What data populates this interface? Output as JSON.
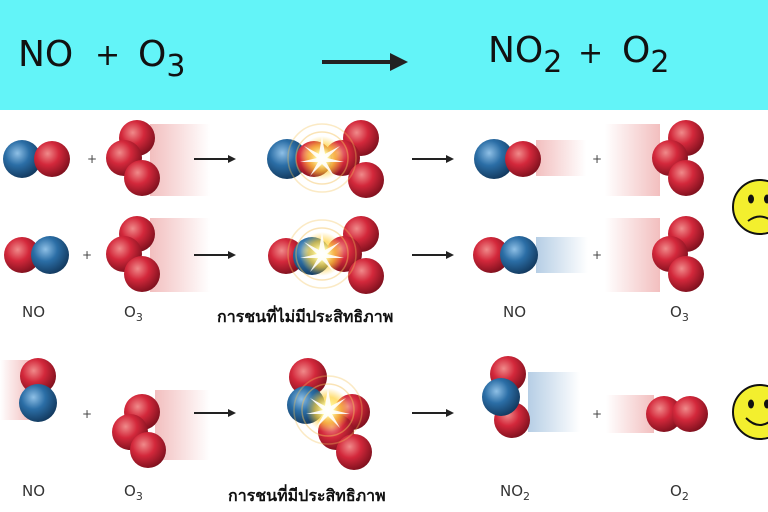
{
  "equation": {
    "left_no": "NO",
    "plus1": "+",
    "left_o": "O",
    "left_o_sub": "3",
    "right_no": "NO",
    "right_no_sub": "2",
    "plus2": "+",
    "right_o": "O",
    "right_o_sub": "2"
  },
  "rows": {
    "ineffective_labels": {
      "no": "NO",
      "o3": "O",
      "o3_sub": "3",
      "no_after": "NO",
      "o3_after": "O",
      "o3_after_sub": "3"
    },
    "ineffective_caption": "การชนที่ไม่มีประสิทธิภาพ",
    "effective_labels": {
      "no": "NO",
      "o3": "O",
      "o3_sub": "3",
      "no2": "NO",
      "no2_sub": "2",
      "o2": "O",
      "o2_sub": "2"
    },
    "effective_caption": "การชนที่มีประสิทธิภาพ"
  },
  "faces": {
    "sad": "sad-face",
    "happy": "happy-face"
  },
  "colors": {
    "banner": "#63f4f8",
    "oxygen": "#d0283a",
    "nitrogen": "#2b6ea6",
    "smiley": "#f3ef2e"
  }
}
